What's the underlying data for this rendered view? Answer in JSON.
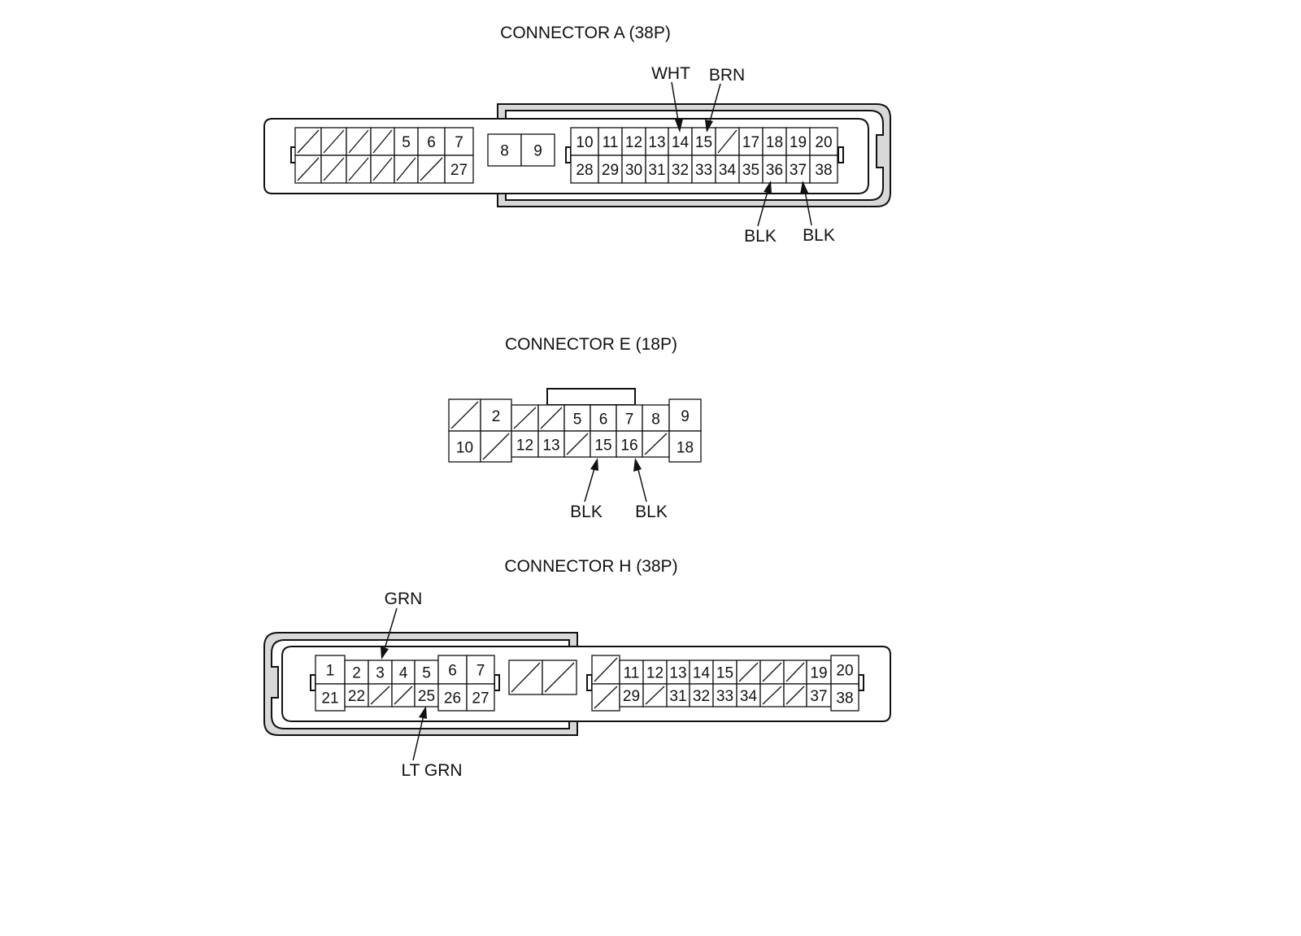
{
  "connector_a": {
    "title": "CONNECTOR A (38P)",
    "left_top": [
      "",
      "",
      "",
      "",
      "5",
      "6",
      "7"
    ],
    "left_bottom": [
      "",
      "",
      "",
      "",
      "",
      "",
      "27"
    ],
    "mid": [
      "8",
      "9"
    ],
    "right_top": [
      "10",
      "11",
      "12",
      "13",
      "14",
      "15",
      "",
      "17",
      "18",
      "19",
      "20"
    ],
    "right_bottom": [
      "28",
      "29",
      "30",
      "31",
      "32",
      "33",
      "34",
      "35",
      "36",
      "37",
      "38"
    ],
    "wires": {
      "wht": "WHT",
      "brn": "BRN",
      "blk1": "BLK",
      "blk2": "BLK"
    }
  },
  "connector_e": {
    "title": "CONNECTOR E (18P)",
    "top": [
      "",
      "2",
      "",
      "",
      "5",
      "6",
      "7",
      "8",
      "9"
    ],
    "bottom": [
      "10",
      "",
      "12",
      "13",
      "",
      "15",
      "16",
      "",
      "18"
    ],
    "wires": {
      "blk1": "BLK",
      "blk2": "BLK"
    }
  },
  "connector_h": {
    "title": "CONNECTOR H (38P)",
    "left_top": [
      "1",
      "2",
      "3",
      "4",
      "5",
      "6",
      "7"
    ],
    "left_bottom": [
      "21",
      "22",
      "",
      "",
      "25",
      "26",
      "27"
    ],
    "mid": [
      "",
      ""
    ],
    "right_top": [
      "",
      "11",
      "12",
      "13",
      "14",
      "15",
      "",
      "",
      "",
      "19",
      "20"
    ],
    "right_bottom": [
      "",
      "29",
      "",
      "31",
      "32",
      "33",
      "34",
      "",
      "",
      "37",
      "38"
    ],
    "wires": {
      "grn": "GRN",
      "ltgrn": "LT GRN"
    }
  }
}
